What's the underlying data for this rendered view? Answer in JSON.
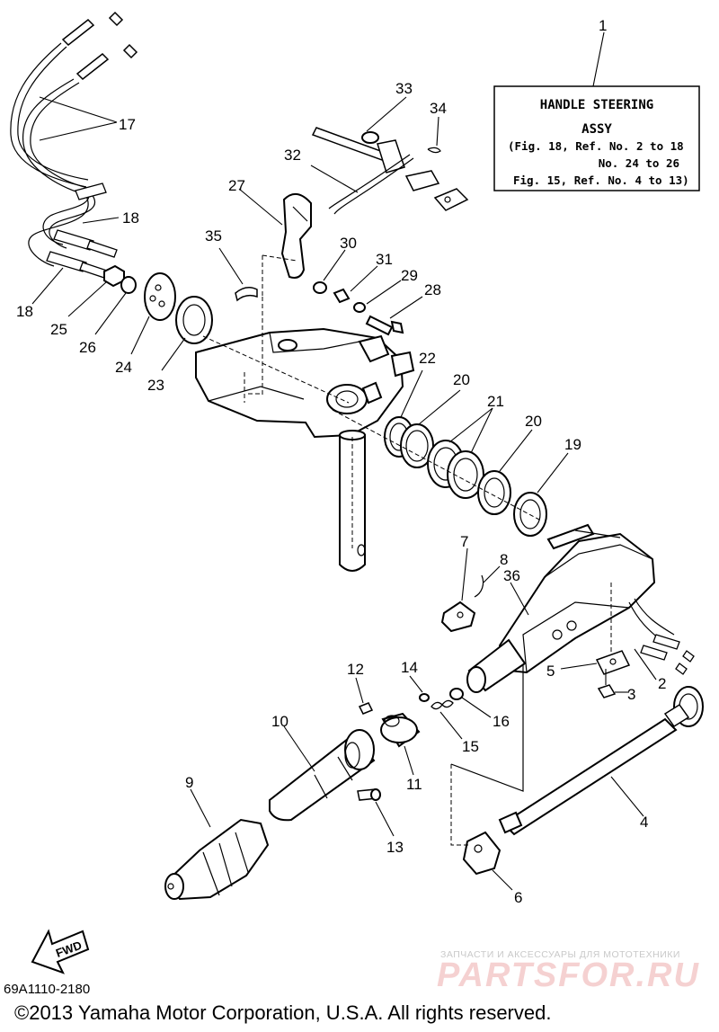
{
  "callouts": {
    "n1": "1",
    "n2": "2",
    "n3": "3",
    "n4": "4",
    "n5": "5",
    "n6": "6",
    "n7": "7",
    "n8": "8",
    "n9": "9",
    "n10": "10",
    "n11": "11",
    "n12": "12",
    "n13": "13",
    "n14": "14",
    "n15": "15",
    "n16": "16",
    "n17": "17",
    "n18a": "18",
    "n18b": "18",
    "n19": "19",
    "n20a": "20",
    "n20b": "20",
    "n21": "21",
    "n22": "22",
    "n23": "23",
    "n24": "24",
    "n25": "25",
    "n26": "26",
    "n27": "27",
    "n28": "28",
    "n29": "29",
    "n30": "30",
    "n31": "31",
    "n32": "32",
    "n33": "33",
    "n34": "34",
    "n35": "35",
    "n36": "36"
  },
  "assy_box": {
    "line1": "HANDLE STEERING",
    "line2": "ASSY",
    "line3": "(Fig. 18, Ref. No. 2 to 18",
    "line4": "No. 24 to 26",
    "line5": "Fig. 15, Ref. No. 4 to 13)"
  },
  "fwd_label": "FWD",
  "ref_code": "69A1110-2180",
  "copyright": "©2013 Yamaha Motor Corporation, U.S.A. All rights reserved.",
  "watermark": {
    "subtitle": "ЗАПЧАСТИ И АКСЕССУАРЫ ДЛЯ МОТОТЕХНИКИ",
    "logo": "PARTSFOR.RU"
  }
}
